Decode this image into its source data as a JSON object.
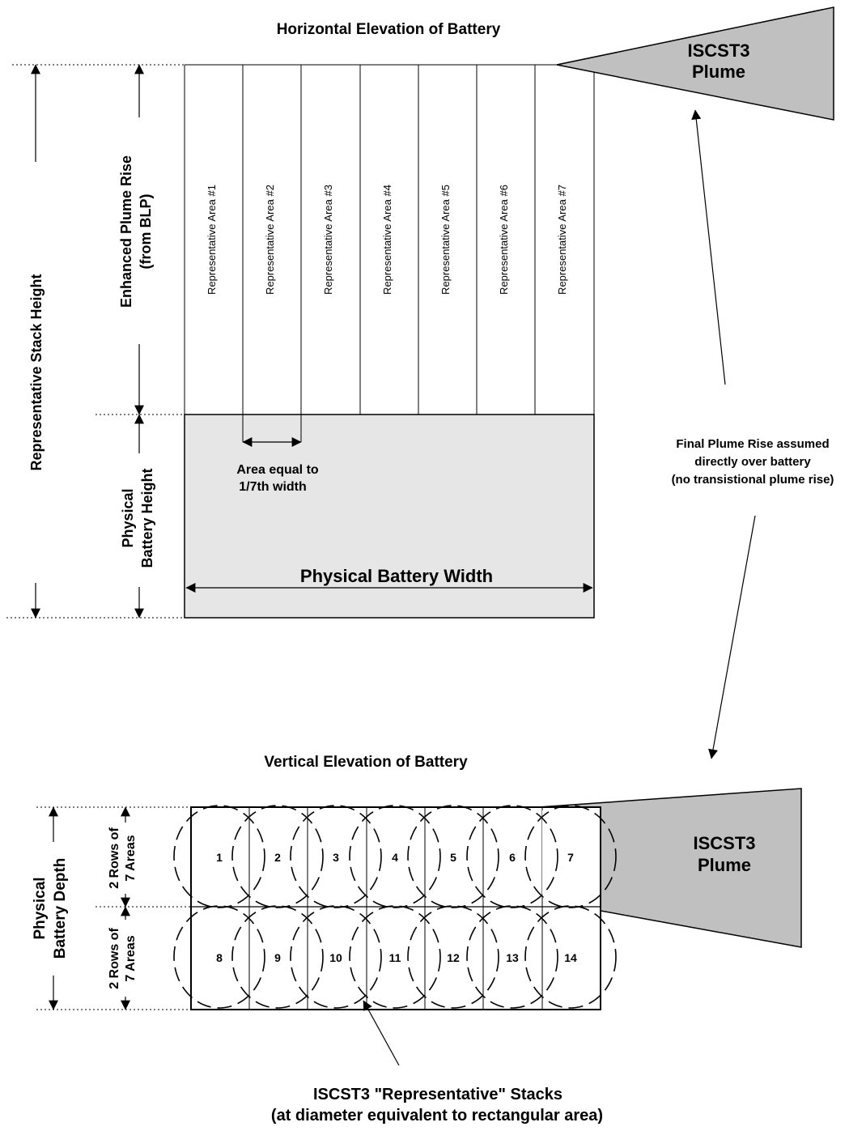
{
  "horizontal": {
    "title": "Horizontal Elevation of Battery",
    "plume_label": [
      "ISCST3",
      "Plume"
    ],
    "area_labels": [
      "Representative  Area  #1",
      "Representative  Area  #2",
      "Representative  Area  #3",
      "Representative  Area  #4",
      "Representative  Area  #5",
      "Representative  Area  #6",
      "Representative  Area  #7"
    ],
    "stack_height_label": "Representative Stack Height",
    "plume_rise_label": [
      "Enhanced Plume Rise",
      "(from BLP)"
    ],
    "battery_height_label": [
      "Physical",
      "Battery Height"
    ],
    "area_equal_label": [
      "Area equal  to",
      "1/7th width"
    ],
    "battery_width_label": "Physical Battery Width"
  },
  "note": {
    "lines": [
      "Final Plume Rise assumed",
      "directly over battery",
      "(no transistional plume rise)"
    ]
  },
  "vertical": {
    "title": "Vertical Elevation of Battery",
    "depth_label": [
      "Physical",
      "Battery Depth"
    ],
    "row_label": [
      "2 Rows of",
      "7 Areas"
    ],
    "plume_label": [
      "ISCST3",
      "Plume"
    ],
    "stack_numbers": [
      "1",
      "2",
      "3",
      "4",
      "5",
      "6",
      "7",
      "8",
      "9",
      "10",
      "11",
      "12",
      "13",
      "14"
    ],
    "caption": [
      "ISCST3  \"Representative\" Stacks",
      "(at diameter equivalent to rectangular area)"
    ]
  }
}
